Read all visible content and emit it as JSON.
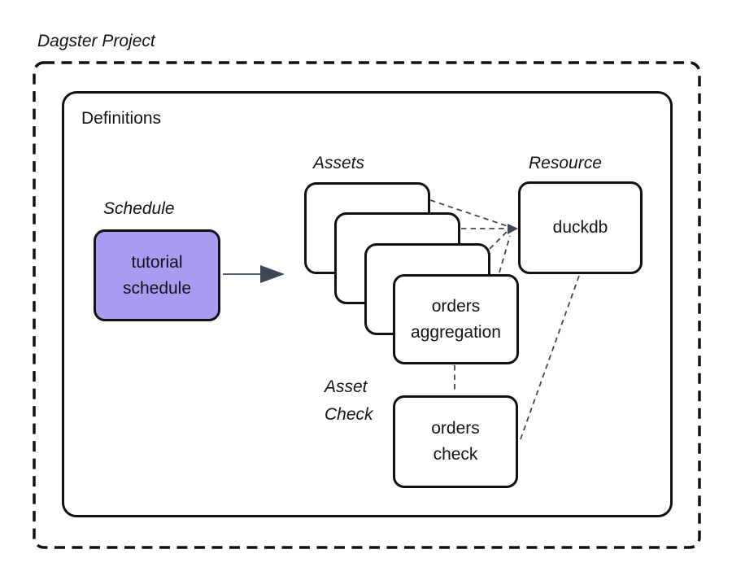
{
  "diagram": {
    "title": "Dagster Project",
    "definitions_label": "Definitions",
    "schedule": {
      "label": "Schedule",
      "box_text": "tutorial\nschedule"
    },
    "assets": {
      "label": "Assets",
      "stack_count": 4,
      "front_box_text": "orders\naggregation"
    },
    "resource": {
      "label": "Resource",
      "box_text": "duckdb"
    },
    "asset_check": {
      "label": "Asset\nCheck",
      "box_text": "orders\ncheck"
    }
  },
  "colors": {
    "background": "#ffffff",
    "border": "#111111",
    "text": "#111318",
    "schedule_fill": "#a79bf2",
    "connector": "#3f4756",
    "arrow": "#3f4756"
  }
}
